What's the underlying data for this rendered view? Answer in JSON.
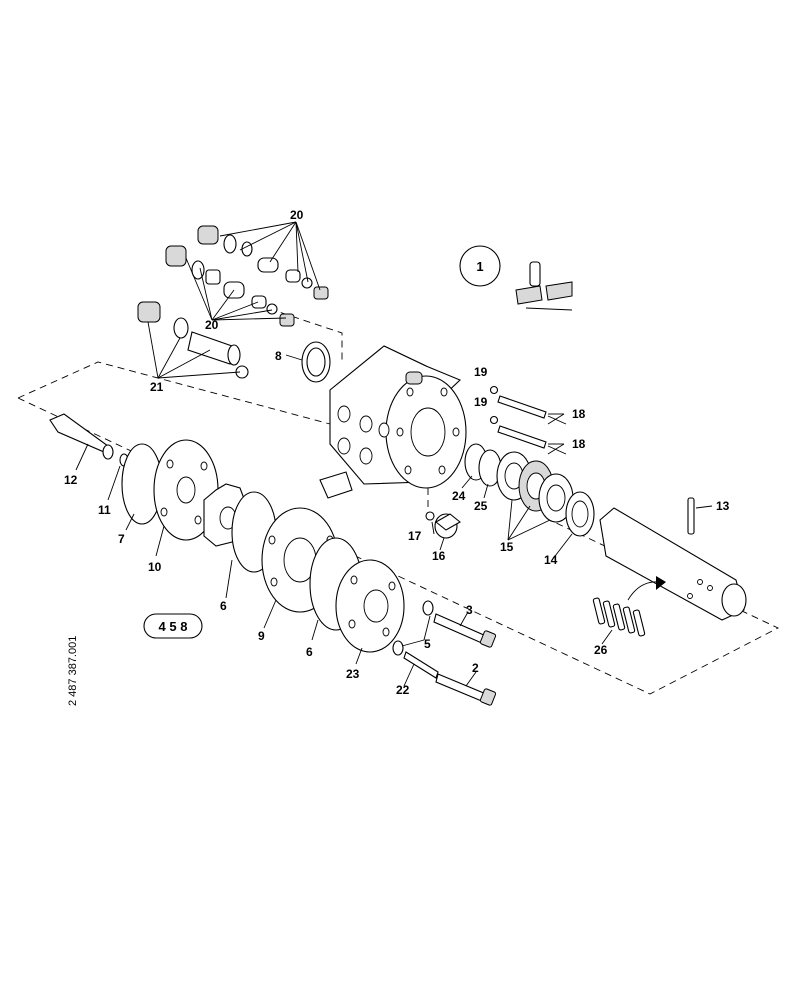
{
  "callouts": {
    "c1": "1",
    "c2": "2",
    "c3": "3",
    "c5": "5",
    "c6a": "6",
    "c6b": "6",
    "c7": "7",
    "c8": "8",
    "c9": "9",
    "c10": "10",
    "c11": "11",
    "c12": "12",
    "c13": "13",
    "c14": "14",
    "c15": "15",
    "c16": "16",
    "c17": "17",
    "c18a": "18",
    "c18b": "18",
    "c19a": "19",
    "c19b": "19",
    "c20a": "20",
    "c20b": "20",
    "c21": "21",
    "c22": "22",
    "c23": "23",
    "c24": "24",
    "c25": "25",
    "c26": "26"
  },
  "detail_marker": "1",
  "kit_tag": "4 5 8",
  "drawing_number": "2 487 387.001"
}
